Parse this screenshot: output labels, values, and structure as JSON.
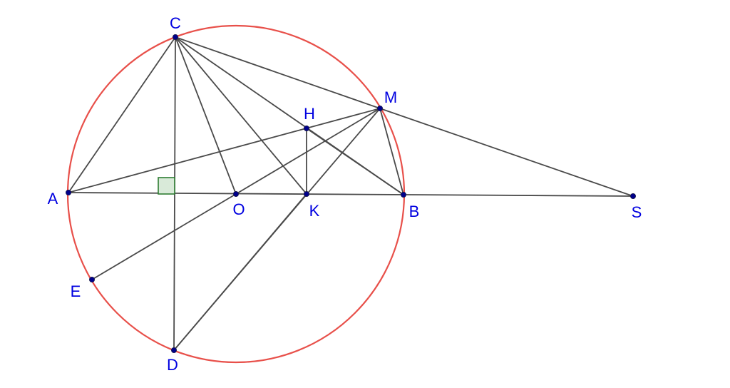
{
  "diagram": {
    "colors": {
      "circle": "#e8504a",
      "segment": "#4a4a4a",
      "point": "#00008b",
      "label": "#0000e0",
      "right_angle_stroke": "#2e7d32",
      "right_angle_fill": "#d9ead9"
    },
    "points": {
      "C": {
        "label": "C"
      },
      "M": {
        "label": "M"
      },
      "H": {
        "label": "H"
      },
      "A": {
        "label": "A"
      },
      "O": {
        "label": "O"
      },
      "K": {
        "label": "K"
      },
      "B": {
        "label": "B"
      },
      "S": {
        "label": "S"
      },
      "E": {
        "label": "E"
      },
      "D": {
        "label": "D"
      }
    },
    "segments": [
      [
        "C",
        "A"
      ],
      [
        "C",
        "D"
      ],
      [
        "C",
        "O"
      ],
      [
        "C",
        "K"
      ],
      [
        "C",
        "B"
      ],
      [
        "C",
        "M"
      ],
      [
        "M",
        "S"
      ],
      [
        "A",
        "S"
      ],
      [
        "A",
        "M"
      ],
      [
        "E",
        "M"
      ],
      [
        "D",
        "M"
      ],
      [
        "K",
        "H"
      ],
      [
        "H",
        "B"
      ],
      [
        "M",
        "B"
      ],
      [
        "D",
        "K"
      ]
    ]
  }
}
